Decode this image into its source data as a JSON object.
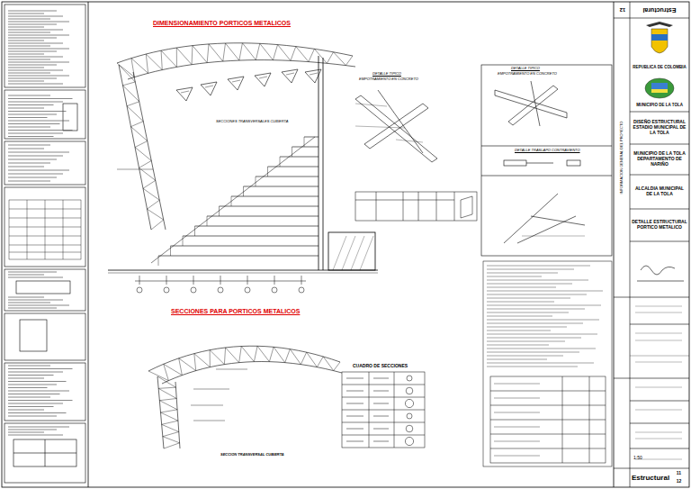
{
  "diagram": {
    "nodes": [
      {
        "text": [
          "REPUBLICA DE COLOMBIA"
        ]
      },
      {
        "text": [
          "MUNICIPIO DE LA TOLA"
        ]
      },
      {
        "text": [
          "DISEÑO ESTRUCTURAL ESTADIO MUNICIPAL DE LA TOLA"
        ]
      },
      {
        "text": [
          "MUNICIPIO DE LA TOLA DEPARTAMENTO DE NARIÑO"
        ]
      },
      {
        "text": [
          "ALCALDIA MUNICIPAL DE LA TOLA"
        ]
      },
      {
        "text": [
          "DETALLE ESTRUCTURAL PORTICO METALICO"
        ]
      },
      {
        "text": [
          "Estructural"
        ]
      },
      {
        "text": [
          "11"
        ]
      },
      {
        "text": [
          "12"
        ]
      }
    ],
    "labels": [
      "DIMENSIONAMIENTO PORTICOS METALICOS",
      "SECCIONES TRANSVERSALES CUBIERTA",
      "SECCIONES PARA PORTICOS METALICOS",
      "SECCION TRANSVERSAL CUBIERTA",
      "DETALLE TIPICO",
      "EMPOTRAMIENTO EN CONCRETO",
      "DETALLE TIPICO",
      "EMPOTRAMIENTO EN CONCRETO",
      "DETALLE TRASLAPO CONTRAVIENTO",
      "CUADRO DE SECCIONES",
      "1:50",
      "INFORMACION GENERAL DEL PROYECTO",
      "Estructural",
      "12"
    ]
  }
}
